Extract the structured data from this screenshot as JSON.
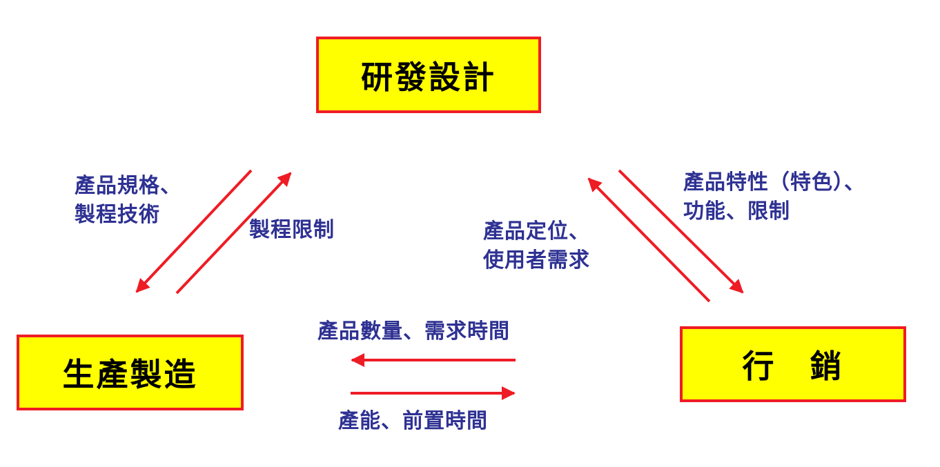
{
  "colors": {
    "node_fill": "#ffff00",
    "node_border": "#ee1c25",
    "arrow": "#ee1c25",
    "label_text": "#2e3192",
    "node_text": "#000000"
  },
  "nodes": {
    "rd": "研發設計",
    "manufacturing": "生產製造",
    "marketing": "行　銷"
  },
  "labels": {
    "rd_to_mfg": [
      "產品規格、",
      "製程技術"
    ],
    "mfg_to_rd": "製程限制",
    "mkt_to_rd": [
      "產品定位、",
      "使用者需求"
    ],
    "rd_to_mkt": [
      "產品特性（特色）、",
      "功能、限制"
    ],
    "mkt_to_mfg": "產品數量、需求時間",
    "mfg_to_mkt": "產能、前置時間"
  }
}
